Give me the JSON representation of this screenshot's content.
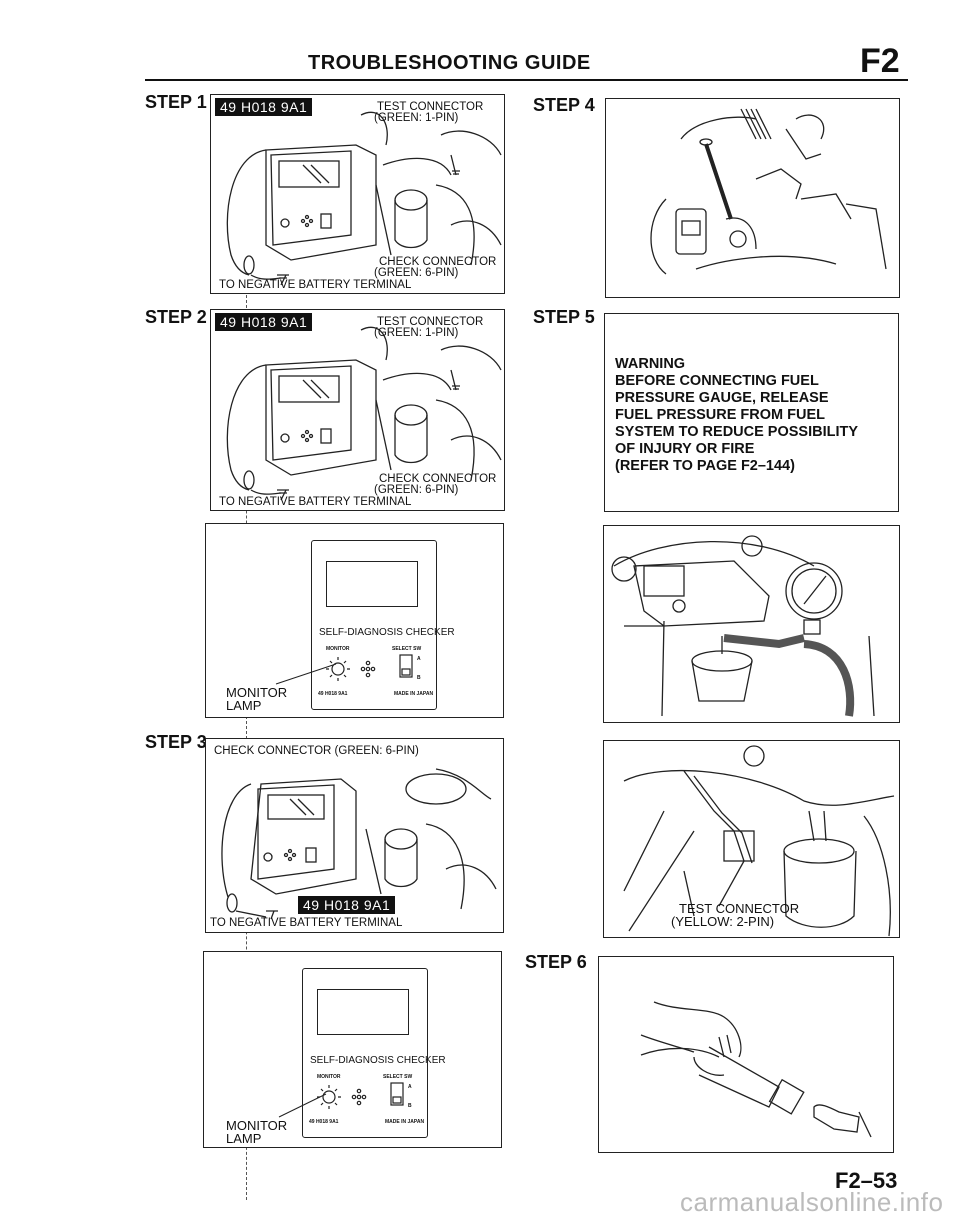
{
  "header": {
    "title": "TROUBLESHOOTING GUIDE",
    "section": "F2"
  },
  "steps": {
    "step1": {
      "label": "STEP 1",
      "tool_id": "49 H018 9A1",
      "callouts": {
        "test_connector": "TEST CONNECTOR",
        "test_connector_spec": "(GREEN: 1-PIN)",
        "check_connector": "CHECK CONNECTOR",
        "check_connector_spec": "(GREEN: 6-PIN)",
        "battery": "TO NEGATIVE BATTERY TERMINAL"
      }
    },
    "step2": {
      "label": "STEP 2",
      "tool_id": "49 H018 9A1",
      "callouts": {
        "test_connector": "TEST CONNECTOR",
        "test_connector_spec": "(GREEN: 1-PIN)",
        "check_connector": "CHECK CONNECTOR",
        "check_connector_spec": "(GREEN: 6-PIN)",
        "battery": "TO NEGATIVE BATTERY TERMINAL"
      },
      "checker": {
        "title": "SELF-DIAGNOSIS CHECKER",
        "monitor": "MONITOR",
        "select": "SELECT SW",
        "a": "A",
        "b": "B",
        "part_no": "49 H018 9A1",
        "made": "MADE IN JAPAN",
        "callout_1": "MONITOR",
        "callout_2": "LAMP"
      }
    },
    "step3": {
      "label": "STEP 3",
      "tool_id": "49 H018 9A1",
      "callouts": {
        "check_connector": "CHECK CONNECTOR (GREEN: 6-PIN)",
        "battery": "TO NEGATIVE BATTERY TERMINAL"
      },
      "checker": {
        "title": "SELF-DIAGNOSIS CHECKER",
        "monitor": "MONITOR",
        "select": "SELECT SW",
        "a": "A",
        "b": "B",
        "part_no": "49 H018 9A1",
        "made": "MADE IN JAPAN",
        "callout_1": "MONITOR",
        "callout_2": "LAMP"
      }
    },
    "step4": {
      "label": "STEP 4"
    },
    "step5": {
      "label": "STEP 5",
      "warning": [
        "WARNING",
        "BEFORE CONNECTING FUEL",
        "PRESSURE GAUGE, RELEASE",
        "FUEL PRESSURE FROM FUEL",
        "SYSTEM TO REDUCE POSSIBILITY",
        "OF INJURY OR FIRE",
        "(REFER TO PAGE F2–144)"
      ],
      "test_connector": "TEST CONNECTOR",
      "test_connector_spec": "(YELLOW: 2-PIN)"
    },
    "step6": {
      "label": "STEP 6"
    }
  },
  "footer": {
    "page": "F2–53",
    "watermark": "carmanualsonline.info"
  }
}
